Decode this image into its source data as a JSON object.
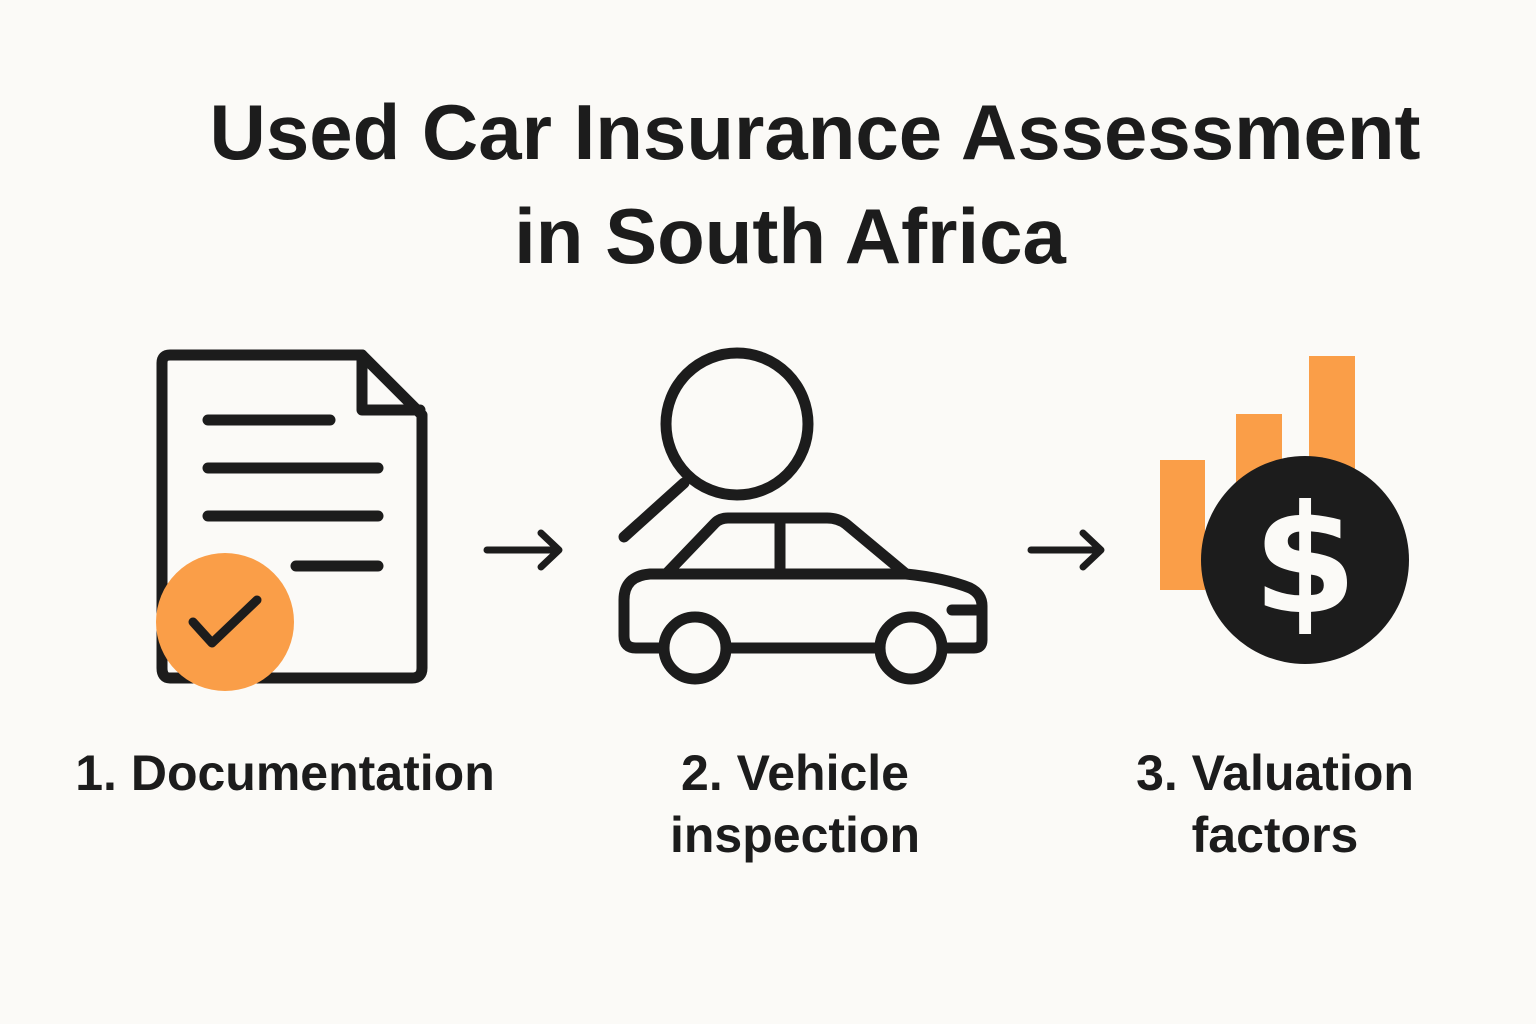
{
  "title": {
    "line1": "Used Car Insurance Assessment",
    "line2": "in South Africa"
  },
  "steps": [
    {
      "label": "1. Documentation",
      "icon": "document-check-icon"
    },
    {
      "label_line1": "2. Vehicle",
      "label_line2": "inspection",
      "icon": "car-magnifier-icon"
    },
    {
      "label_line1": "3. Valuation",
      "label_line2": "factors",
      "icon": "dollar-chart-icon"
    }
  ],
  "colors": {
    "accent": "#fa9e48",
    "ink": "#1c1c1c",
    "background": "#fbfaf7"
  }
}
